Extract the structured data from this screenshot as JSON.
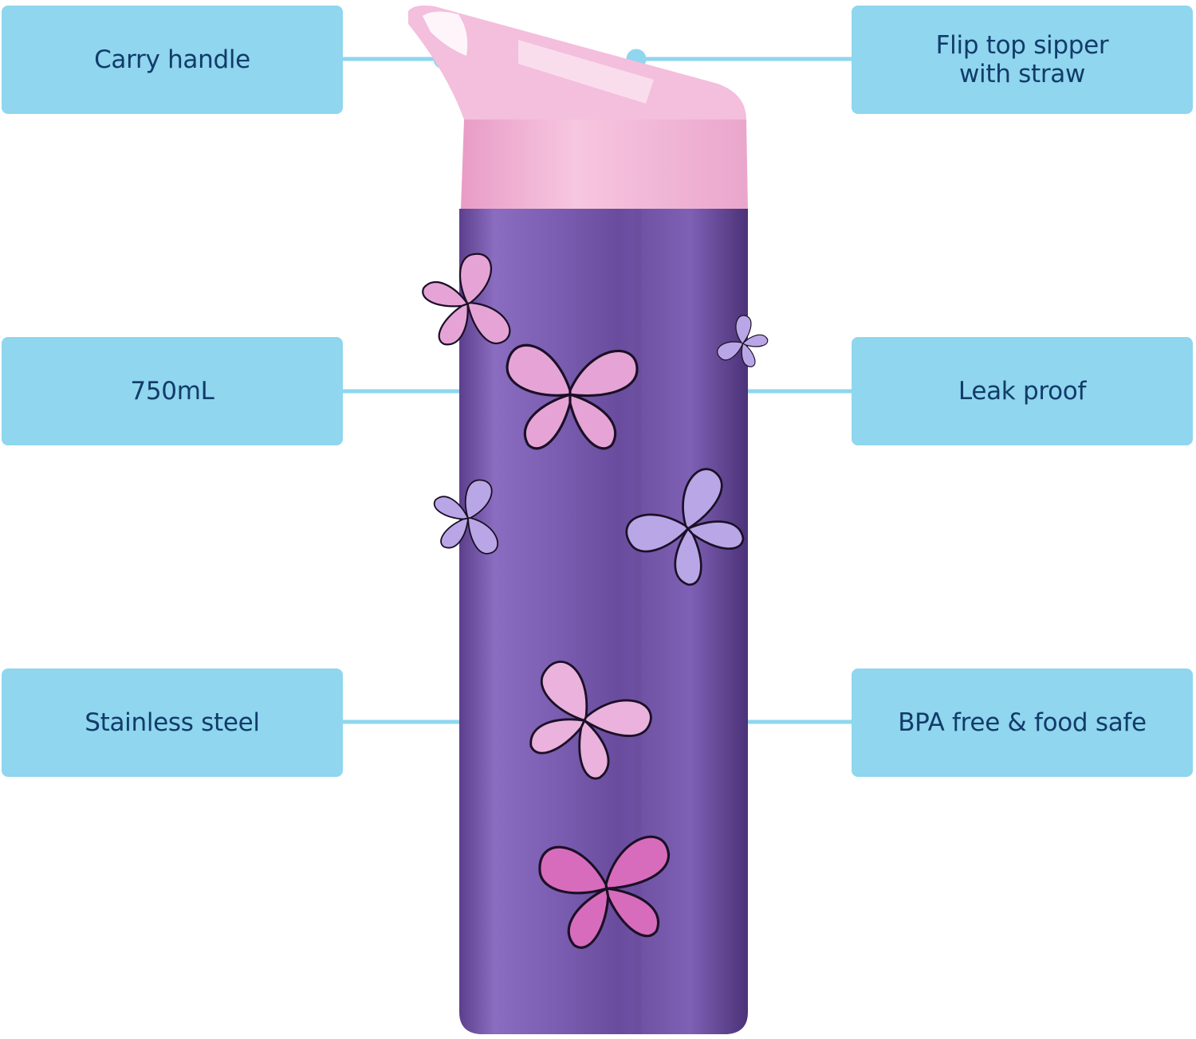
{
  "callouts": {
    "carry_handle": "Carry handle",
    "flip_top": "Flip top sipper\nwith straw",
    "capacity": "750mL",
    "leak_proof": "Leak proof",
    "material": "Stainless steel",
    "bpa_free": "BPA free & food safe"
  },
  "colors": {
    "callout_bg": "#8fd6ee",
    "callout_text": "#123b6a",
    "lid": "#f2b8d8",
    "bottle_body": "#7a56a8"
  }
}
